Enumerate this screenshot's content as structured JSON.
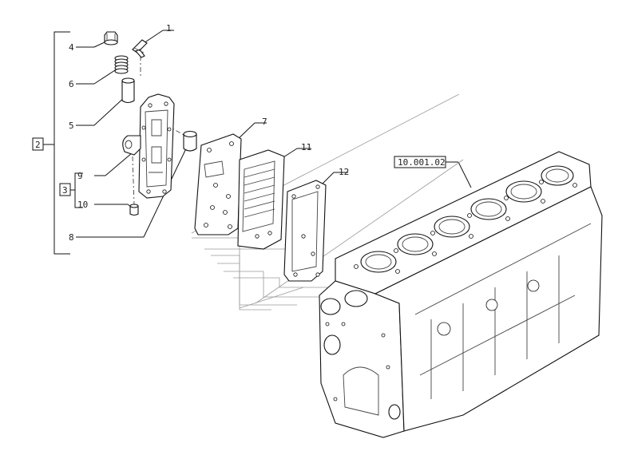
{
  "callouts": {
    "c1": "1",
    "c4": "4",
    "c6": "6",
    "c5": "5",
    "c7": "7",
    "c11": "11",
    "c12": "12",
    "c9": "9",
    "c10": "10",
    "c8": "8",
    "group2": "2",
    "group3": "3",
    "ref": "10.001.02"
  }
}
